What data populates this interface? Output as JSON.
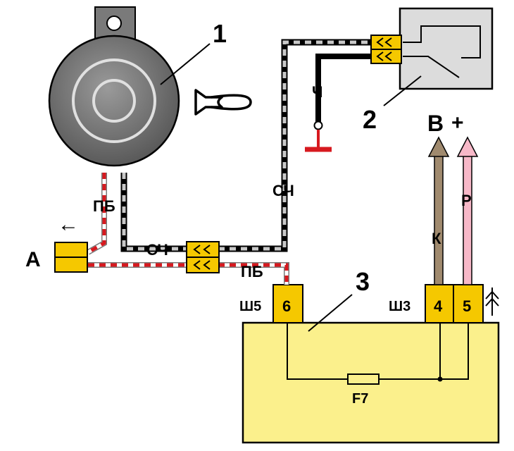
{
  "labels": {
    "component_horn": "1",
    "component_switch": "2",
    "component_block": "3",
    "connector_a": "A",
    "battery": "B",
    "battery_sign": "+",
    "ground_wire": "Ч",
    "wire_sch_vertical": "СЧ",
    "wire_sch_horizontal": "СЧ",
    "wire_pb_vertical": "ПБ",
    "wire_pb_horizontal": "ПБ",
    "wire_k": "К",
    "wire_r": "Р",
    "socket_sh5": "Ш5",
    "socket_sh3": "Ш3",
    "pin_6": "6",
    "pin_4": "4",
    "pin_5": "5",
    "fuse": "F7",
    "arrow_left": "←"
  },
  "colors": {
    "connector_yellow": "#f5c800",
    "block_fill": "#fbf08c",
    "switch_fill": "#dcdcdc",
    "wire_red": "#d7191f",
    "wire_brown": "#a08a6e",
    "wire_pink": "#f7b8c8",
    "horn_body": "#7a7a7a"
  }
}
